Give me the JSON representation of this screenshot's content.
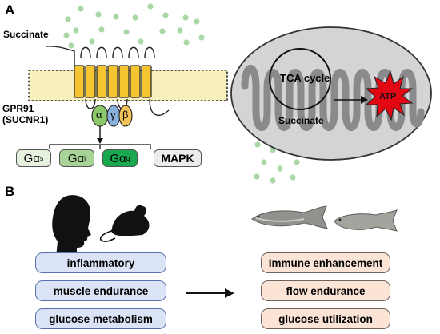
{
  "panel_a": {
    "label": "A",
    "ligand_label": "Succinate",
    "receptor_label_line1": "GPR91",
    "receptor_label_line2": "(SUCNR1)",
    "subunits": {
      "alpha": "α",
      "gamma": "γ",
      "beta": "β"
    },
    "g_proteins": [
      {
        "symbol": "G",
        "greek": "α",
        "sub": "s",
        "fill": "#e6f1df"
      },
      {
        "symbol": "G",
        "greek": "α",
        "sub": "i",
        "fill": "#a8d497"
      },
      {
        "symbol": "G",
        "greek": "α",
        "sub": "q",
        "fill": "#1aa84f"
      }
    ],
    "mapk_label": "MAPK",
    "mitochondrion": {
      "cycle_label": "TCA cycle",
      "product_label": "ATP",
      "metabolite_label": "Succinate"
    }
  },
  "panel_b": {
    "label": "B",
    "left_effects": [
      "inflammatory",
      "muscle endurance",
      "glucose metabolism"
    ],
    "right_effects": [
      "Immune enhancement",
      "flow endurance",
      "glucose utilization"
    ]
  },
  "colors": {
    "succinate_dots": "#a9d8a6",
    "membrane": "#f8f1bf",
    "helix": "#f4c431",
    "subunit_alpha": "#8cc86a",
    "subunit_gamma": "#8ab0dc",
    "subunit_beta": "#f2c35c",
    "mito_outer": "#d4d4d6",
    "atp_burst": "#e30613",
    "left_pill": "#dbe4f7",
    "right_pill": "#fbe4d6"
  }
}
